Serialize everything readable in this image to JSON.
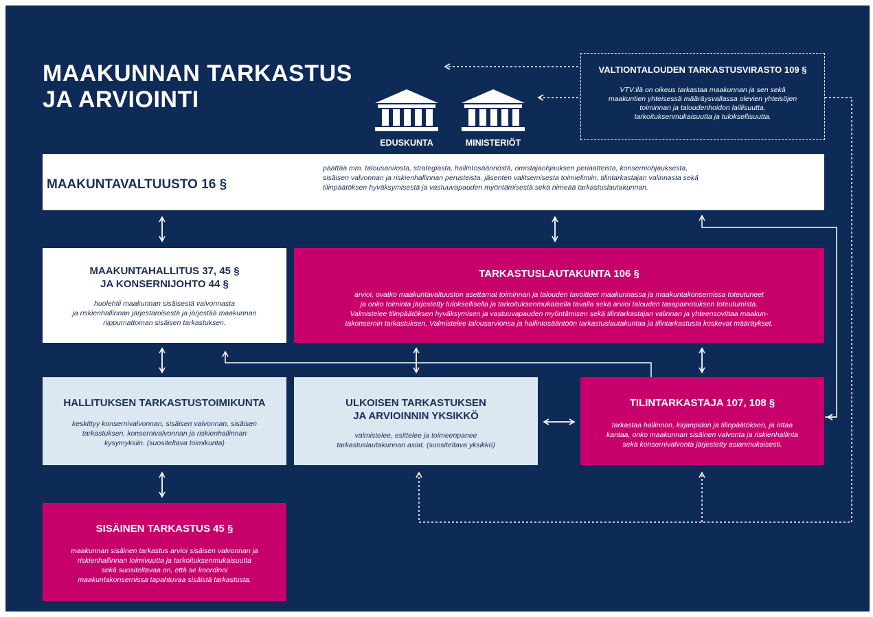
{
  "title": "MAAKUNNAN TARKASTUS\nJA ARVIOINTI",
  "institutions": {
    "eduskunta": "EDUSKUNTA",
    "ministeriot": "MINISTERIÖT"
  },
  "vtv": {
    "title": "VALTIONTALOUDEN TARKASTUSVIRASTO 109 §",
    "desc": "VTV:llä on oikeus tarkastaa maakunnan ja sen sekä\nmaakuntien yhteisessä määräysvallassa olevien yhteisöjen\ntoiminnan ja taloudenhoidon laillisuutta,\ntarkoituksenmukaisuutta ja tuloksellisuutta."
  },
  "valtuusto": {
    "title": "MAAKUNTAVALTUUSTO 16 §",
    "desc": "päättää mm. talousarviosta, strategiasta, hallintosäännöstä, omistajaohjauksen periaatteista, konserniohjauksesta,\nsisäisen valvonnan ja riskienhallinnan perusteista, jäsenten valitsemisesta toimielimiin, tilintarkastajan valinnasta sekä\ntilinpäätöksen hyväksymisestä ja vastuuvapauden myöntämisestä sekä nimeää tarkastuslautakunnan."
  },
  "hallitus": {
    "title": "MAAKUNTAHALLITUS 37, 45 §\nJA KONSERNIJOHTO 44 §",
    "desc": "huolehtii maakunnan sisäisestä valvonnasta\nja riskienhallinnan järjestämisestä ja järjestää maakunnan\nriippumattoman sisäisen tarkastuksen."
  },
  "lautakunta": {
    "title": "TARKASTUSLAUTAKUNTA 106 §",
    "desc": "arvioi, ovatko maakuntavaltuuston asettamat toiminnan ja talouden tavoitteet maakunnassa ja maakuntakonsernissa toteutuneet\nja onko toiminta järjestetty tuloksellisella ja tarkoituksenmukaisella tavalla sekä arvioi talouden tasapainotuksen toteutumista.\nValmistelee tilinpäätöksen hyväksymisen ja vastuuvapauden myöntämisen sekä tilintarkastajan valinnan ja yhteensovittaa maakun-\ntakonsernin tarkastuksen. Valmistelee talousarvionsa ja hallintosääntöön tarkastuslautakuntaa ja tilintarkastusta koskevat määräykset."
  },
  "toimikunta": {
    "title": "HALLITUKSEN TARKASTUSTOIMIKUNTA",
    "desc": "keskittyy konsernivalvonnan, sisäisen valvonnan, sisäisen\ntarkastuksen, konsernivalvonnan ja riskienhallinnan\nkysymyksiin. (suositeltava toimikunta)"
  },
  "yksikko": {
    "title": "ULKOISEN TARKASTUKSEN\nJA ARVIOINNIN YKSIKKÖ",
    "desc": "valmistelee, esittelee ja toimeenpanee\ntarkastuslautakunnan asiat. (suositeltava yksikkö)"
  },
  "tilintarkastaja": {
    "title": "TILINTARKASTAJA 107, 108 §",
    "desc": "tarkastaa hallinnon, kirjanpidon ja tilinpäätöksen, ja ottaa\nkantaa, onko maakunnan sisäinen valvonta ja riskienhallinta\nsekä konsernivalvonta järjestetty asianmukaisesti."
  },
  "sisainen": {
    "title": "SISÄINEN TARKASTUS 45 §",
    "desc": "maakunnan sisäinen tarkastus arvioi sisäisen valvonnan ja\nriskienhallinnan toimivuutta ja tarkoituksenmukaisuutta\nsekä suositeltavaa on, että se koordinoi\nmaakuntakonsernissa tapahtuvaa sisäistä tarkastusta."
  },
  "colors": {
    "background": "#0e2a57",
    "magenta": "#c8006b",
    "pale_blue": "#dbe8f2",
    "white": "#ffffff"
  }
}
